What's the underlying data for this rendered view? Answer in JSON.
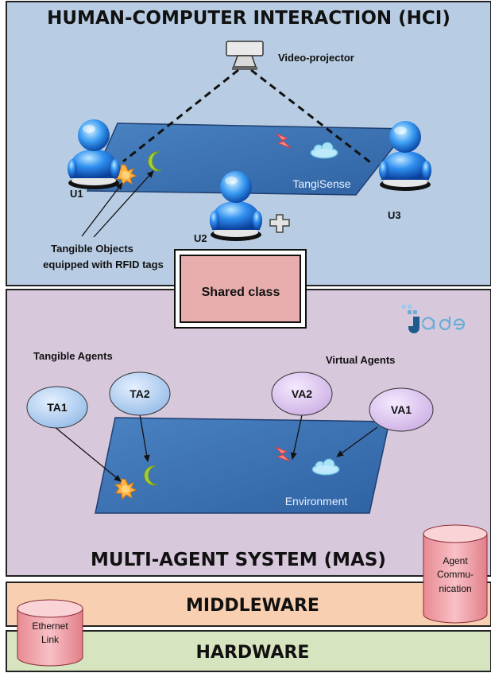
{
  "hci": {
    "title": "HUMAN-COMPUTER INTERACTION (HCI)",
    "projector_label": "Video-projector",
    "table_label": "TangiSense",
    "users": [
      "U1",
      "U2",
      "U3"
    ],
    "objects_caption": [
      "Tangible Objects",
      "equipped with RFID tags"
    ]
  },
  "shared_class": "Shared class",
  "mas": {
    "title": "MULTI-AGENT SYSTEM (MAS)",
    "logo_text": "Jade",
    "tangible_agents_label": "Tangible Agents",
    "virtual_agents_label": "Virtual Agents",
    "agents": [
      "TA1",
      "TA2",
      "VA2",
      "VA1"
    ],
    "environment_label": "Environment"
  },
  "agent_communication": [
    "Agent",
    "Commu-",
    "nication"
  ],
  "middleware": {
    "title": "MIDDLEWARE"
  },
  "ethernet_link": [
    "Ethernet",
    "Link"
  ],
  "hardware": {
    "title": "HARDWARE"
  },
  "colors": {
    "hci_bg": "#b8cde4",
    "mas_bg": "#d8c8dc",
    "middleware_bg": "#f8cfb0",
    "hardware_bg": "#d6e4bf",
    "shared_class_bg": "#e8aeae",
    "cylinder": "#f4a7ae",
    "agent_blue": "#a8c8ec",
    "agent_purple": "#ddc2ee",
    "table": "#3c73b5"
  }
}
